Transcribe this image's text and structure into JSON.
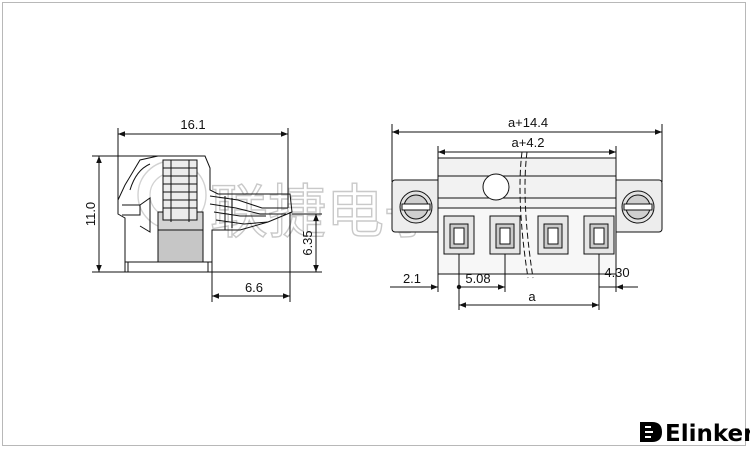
{
  "drawing": {
    "side_view": {
      "width_label": "16.1",
      "height_label": "11.0",
      "lower_height_label": "6.35",
      "offset_label": "6.6"
    },
    "front_view": {
      "overall_label": "a+14.4",
      "inner_label": "a+4.2",
      "left_offset_label": "2.1",
      "pitch_label": "5.08",
      "right_offset_label": "4.30",
      "span_label": "a"
    },
    "watermark": "联捷电子",
    "logo": {
      "text": "Elinker",
      "icon": "elinker-logo-icon"
    }
  }
}
